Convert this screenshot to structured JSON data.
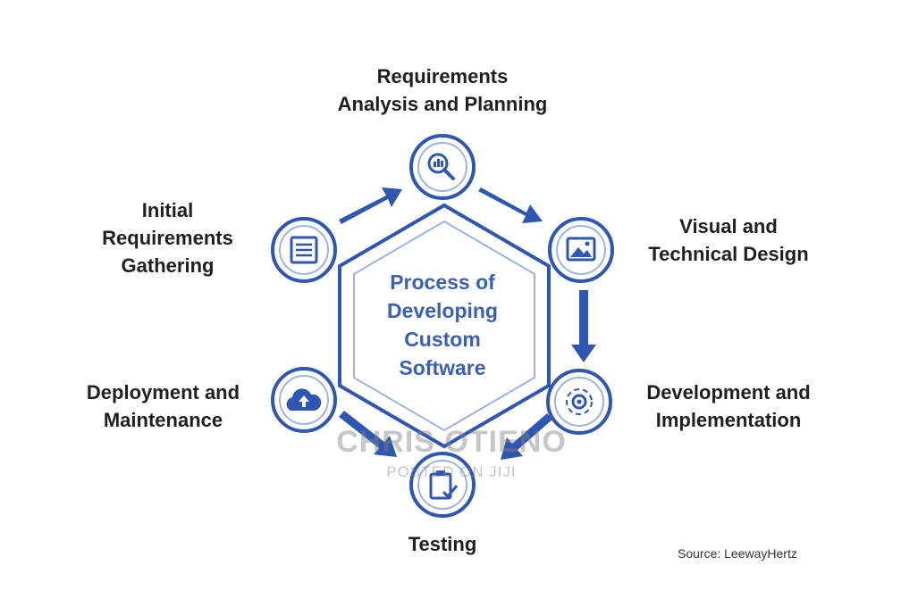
{
  "center": {
    "lines": [
      "Process of",
      "Developing",
      "Custom",
      "Software"
    ]
  },
  "steps": [
    {
      "id": "requirements-analysis",
      "icon": "magnifier-search-icon",
      "lines": [
        "Requirements",
        "Analysis and Planning"
      ]
    },
    {
      "id": "visual-design",
      "icon": "image-picture-icon",
      "lines": [
        "Visual and",
        "Technical Design"
      ]
    },
    {
      "id": "development",
      "icon": "gear-cycle-icon",
      "lines": [
        "Development and",
        "Implementation"
      ]
    },
    {
      "id": "testing",
      "icon": "clipboard-check-icon",
      "lines": [
        "Testing"
      ]
    },
    {
      "id": "deployment",
      "icon": "cloud-upload-icon",
      "lines": [
        "Deployment and",
        "Maintenance"
      ]
    },
    {
      "id": "initial-gathering",
      "icon": "document-list-icon",
      "lines": [
        "Initial",
        "Requirements",
        "Gathering"
      ]
    }
  ],
  "watermark": {
    "name": "CHRIS OTIENO",
    "sub": "POSTED ON JIJI"
  },
  "source": "Source: LeewayHertz",
  "colors": {
    "accent": "#2f56b0",
    "accent_light": "#9fb3e0",
    "text": "#1f1f1f",
    "center_text": "#3b5fb5"
  }
}
